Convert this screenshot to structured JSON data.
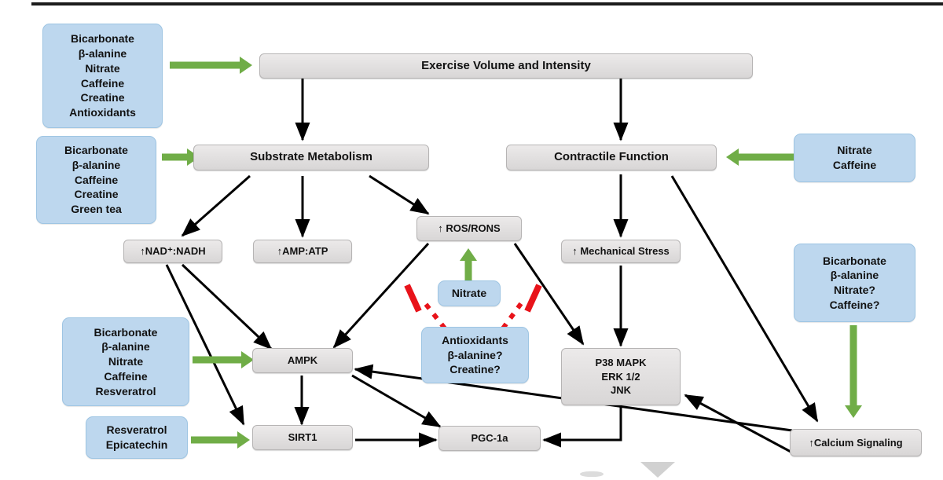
{
  "figure": {
    "title": "Exercise-induced signaling pathways and nutritional supplement modulation",
    "colors": {
      "process_box_fill": "#e3e1e1",
      "process_box_border": "#b6b4b4",
      "supplement_box_fill": "#bdd7ee",
      "supplement_box_border": "#9ec5e3",
      "stimulate_arrow": "#70ad47",
      "inhibit_arrow": "#e8131a",
      "flow_arrow": "#000000"
    }
  },
  "nodes": {
    "exercise": {
      "label": "Exercise Volume and Intensity"
    },
    "substrate": {
      "label": "Substrate Metabolism"
    },
    "contractile": {
      "label": "Contractile Function"
    },
    "nad": {
      "label": "↑NAD⁺:NADH"
    },
    "amp": {
      "label": "↑AMP:ATP"
    },
    "ros": {
      "label": "↑ ROS/RONS"
    },
    "mech": {
      "label": "↑ Mechanical Stress"
    },
    "ampk": {
      "label": "AMPK"
    },
    "sirt1": {
      "label": "SIRT1"
    },
    "pgc": {
      "label": "PGC-1a"
    },
    "mapk": {
      "lines": [
        "P38 MAPK",
        "ERK 1/2",
        "JNK"
      ]
    },
    "calcium": {
      "label": "↑Calcium Signaling"
    }
  },
  "supplements": {
    "exercise_box": {
      "name": "supplements-exercise",
      "items": [
        "Bicarbonate",
        "β-alanine",
        "Nitrate",
        "Caffeine",
        "Creatine",
        "Antioxidants"
      ]
    },
    "substrate_box": {
      "name": "supplements-substrate",
      "items": [
        "Bicarbonate",
        "β-alanine",
        "Caffeine",
        "Creatine",
        "Green tea"
      ]
    },
    "contractile_box": {
      "name": "supplements-contractile",
      "items": [
        "Nitrate",
        "Caffeine"
      ]
    },
    "calcium_box": {
      "name": "supplements-calcium",
      "items": [
        "Bicarbonate",
        "β-alanine",
        "Nitrate?",
        "Caffeine?"
      ]
    },
    "ampk_box": {
      "name": "supplements-ampk",
      "items": [
        "Bicarbonate",
        "β-alanine",
        "Nitrate",
        "Caffeine",
        "Resveratrol"
      ]
    },
    "sirt1_box": {
      "name": "supplements-sirt1",
      "items": [
        "Resveratrol",
        "Epicatechin"
      ]
    },
    "ros_box": {
      "name": "supplements-ros-nitrate",
      "items": [
        "Nitrate"
      ]
    },
    "antioxidant_box": {
      "name": "supplements-antioxidants",
      "items": [
        "Antioxidants",
        "β-alanine?",
        "Creatine?"
      ]
    }
  }
}
